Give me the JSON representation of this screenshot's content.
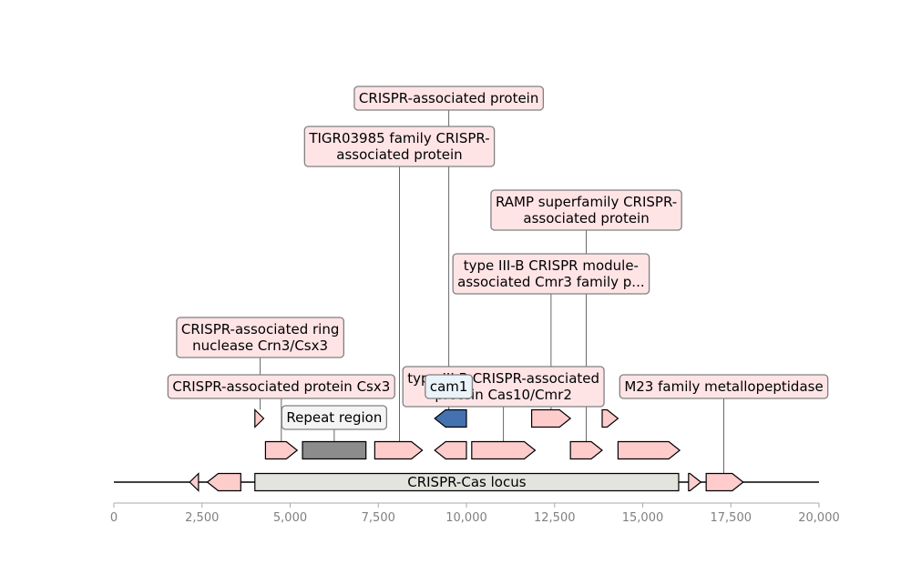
{
  "chart_data": {
    "type": "gene-map",
    "x_range": [
      0,
      20000
    ],
    "ticks": [
      0,
      2500,
      5000,
      7500,
      10000,
      12500,
      15000,
      17500,
      20000
    ],
    "tick_labels": [
      "0",
      "2,500",
      "5,000",
      "7,500",
      "10,000",
      "12,500",
      "15,000",
      "17,500",
      "20,000"
    ],
    "colors": {
      "cds": "#ffcccc",
      "cam1": "#4472b0",
      "repeat": "#8c8c8c",
      "locus": "#e4e4de",
      "label_fill_pink": "#ffe4e6",
      "label_fill_light": "#f4f4f4",
      "label_fill_blue": "#eaf2fa",
      "label_edge": "#808080",
      "backbone": "#000000"
    },
    "features": [
      {
        "id": "cds-a",
        "start": 2150,
        "end": 2400,
        "strand": -1,
        "kind": "cds",
        "level": 0
      },
      {
        "id": "cds-b",
        "start": 2650,
        "end": 3600,
        "strand": -1,
        "kind": "cds",
        "level": 0
      },
      {
        "id": "locus",
        "start": 4000,
        "end": 16020,
        "strand": 0,
        "kind": "locus",
        "level": 0,
        "label": "CRISPR-Cas locus"
      },
      {
        "id": "cds-c",
        "start": 16300,
        "end": 16650,
        "strand": 1,
        "kind": "cds",
        "level": 0
      },
      {
        "id": "cds-d",
        "start": 16800,
        "end": 17850,
        "strand": 1,
        "kind": "cds",
        "level": 0
      },
      {
        "id": "cds-e",
        "start": 4000,
        "end": 4250,
        "strand": 1,
        "kind": "cds",
        "level": 2
      },
      {
        "id": "cds-f",
        "start": 4300,
        "end": 5200,
        "strand": 1,
        "kind": "cds",
        "level": 1
      },
      {
        "id": "repeat",
        "start": 5350,
        "end": 7150,
        "strand": 0,
        "kind": "repeat",
        "level": 1
      },
      {
        "id": "cds-g",
        "start": 7400,
        "end": 8750,
        "strand": 1,
        "kind": "cds",
        "level": 1
      },
      {
        "id": "cds-h",
        "start": 9100,
        "end": 10000,
        "strand": -1,
        "kind": "cds",
        "level": 1
      },
      {
        "id": "cam1",
        "start": 9100,
        "end": 10000,
        "strand": -1,
        "kind": "cam1",
        "level": 2
      },
      {
        "id": "cds-i",
        "start": 10150,
        "end": 11950,
        "strand": 1,
        "kind": "cds",
        "level": 1
      },
      {
        "id": "cds-j",
        "start": 11850,
        "end": 12950,
        "strand": 1,
        "kind": "cds",
        "level": 2
      },
      {
        "id": "cds-k",
        "start": 12950,
        "end": 13850,
        "strand": 1,
        "kind": "cds",
        "level": 1
      },
      {
        "id": "cds-l",
        "start": 13850,
        "end": 14300,
        "strand": 1,
        "kind": "cds",
        "level": 2
      },
      {
        "id": "cds-m",
        "start": 14300,
        "end": 16050,
        "strand": 1,
        "kind": "cds",
        "level": 1
      }
    ],
    "annotations": [
      {
        "lines": [
          "CRISPR-associated protein"
        ],
        "x": 9500,
        "target": "cam1",
        "fill": "pink"
      },
      {
        "lines": [
          "TIGR03985 family CRISPR-",
          "associated protein"
        ],
        "x": 8100,
        "target": "cds-g",
        "fill": "pink"
      },
      {
        "lines": [
          "RAMP superfamily CRISPR-",
          "associated protein"
        ],
        "x": 13400,
        "target": "cds-k",
        "fill": "pink"
      },
      {
        "lines": [
          "type III-B CRISPR module-",
          "associated Cmr3 family p..."
        ],
        "x": 12400,
        "target": "cds-j",
        "fill": "pink"
      },
      {
        "lines": [
          "CRISPR-associated ring",
          "nuclease Crn3/Csx3"
        ],
        "x": 4150,
        "target": "cds-e",
        "fill": "pink"
      },
      {
        "lines": [
          "type III-B CRISPR-associated",
          "protein Cas10/Cmr2"
        ],
        "x": 11050,
        "target": "cds-i",
        "fill": "pink"
      },
      {
        "lines": [
          "CRISPR-associated protein Csx3"
        ],
        "x": 4750,
        "target": "cds-f",
        "fill": "pink"
      },
      {
        "lines": [
          "cam1"
        ],
        "x": 9500,
        "target": "cam1",
        "fill": "blue"
      },
      {
        "lines": [
          "M23 family metallopeptidase"
        ],
        "x": 17300,
        "target": "cds-d",
        "fill": "pink"
      },
      {
        "lines": [
          "Repeat region"
        ],
        "x": 6250,
        "target": "repeat",
        "fill": "light"
      }
    ]
  }
}
